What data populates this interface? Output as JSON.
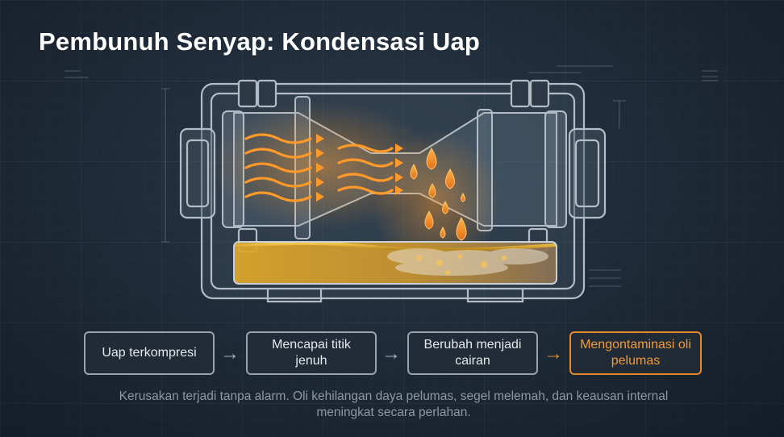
{
  "title": "Pembunuh Senyap: Kondensasi Uap",
  "steps": [
    {
      "label": "Uap terkompresi",
      "highlight": false
    },
    {
      "label": "Mencapai titik jenuh",
      "highlight": false
    },
    {
      "label": "Berubah menjadi cairan",
      "highlight": false
    },
    {
      "label": "Mengontaminasi oli pelumas",
      "highlight": true
    }
  ],
  "caption": "Kerusakan terjadi tanpa alarm. Oli kehilangan daya pelumas, segel melemah, dan keausan internal meningkat secara perlahan.",
  "colors": {
    "background": "#1f2b38",
    "accent": "#e58a2a",
    "oil": "#d9a326",
    "line": "#9aa3ad"
  },
  "icons": [
    "arrow-right-icon",
    "vapor-flow-icon",
    "droplet-icon"
  ]
}
